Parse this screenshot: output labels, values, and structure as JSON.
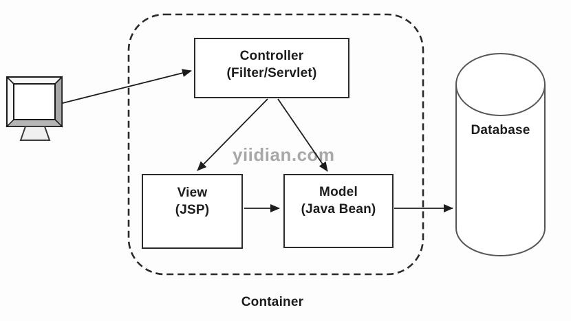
{
  "diagram": {
    "watermark": "yiidian.com",
    "container": {
      "label": "Container"
    },
    "nodes": {
      "controller": {
        "title": "Controller",
        "subtitle": "(Filter/Servlet)"
      },
      "view": {
        "title": "View",
        "subtitle": "(JSP)"
      },
      "model": {
        "title": "Model",
        "subtitle": "(Java Bean)"
      },
      "database": {
        "label": "Database"
      },
      "client": {
        "icon": "computer-monitor-icon"
      }
    },
    "edges": [
      {
        "from": "client",
        "to": "controller"
      },
      {
        "from": "controller",
        "to": "view"
      },
      {
        "from": "controller",
        "to": "model"
      },
      {
        "from": "view",
        "to": "model"
      },
      {
        "from": "model",
        "to": "database"
      }
    ],
    "colors": {
      "line": "#1c1c1c",
      "box_border": "#2b2b2b",
      "cylinder_stroke": "#555555",
      "watermark": "#a8a8a8",
      "monitor_shade": "#a8a8a8",
      "background": "#fdfdfd"
    }
  }
}
